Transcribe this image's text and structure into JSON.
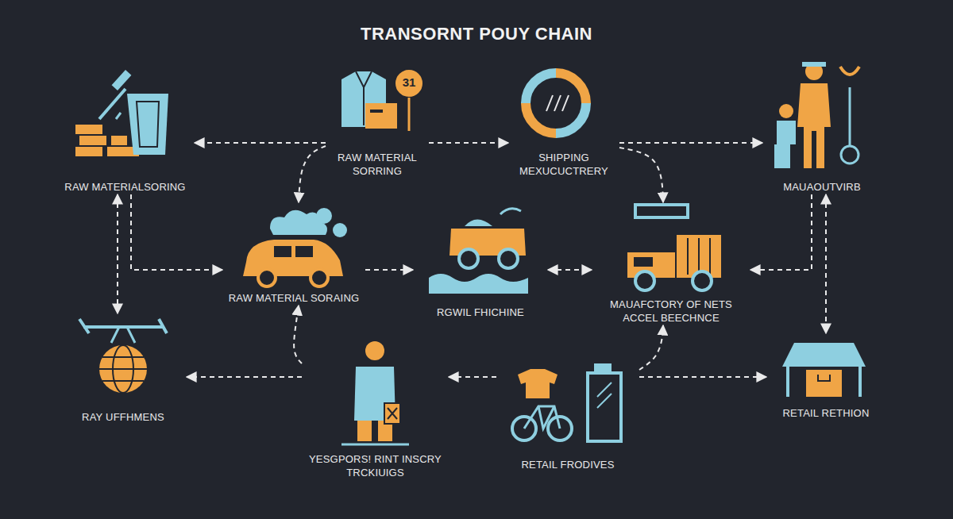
{
  "diagram": {
    "title": "TRANSORNT POUY CHAIN",
    "nodes": [
      {
        "text": [
          "RAW MATERIALSORING"
        ]
      },
      {
        "text": [
          "RAW MATERIAL SORRING"
        ]
      },
      {
        "text": [
          "SHIPPING MEXUCUCTRERY"
        ]
      },
      {
        "text": [
          "MAUAOUTVIRB"
        ]
      },
      {
        "text": [
          "RAW MATERIAL SORAING"
        ]
      },
      {
        "text": [
          "RGWIL FHICHINE"
        ]
      },
      {
        "text": [
          "MAUAFCTORY OF NETS ACCEL BEECHNCE"
        ]
      },
      {
        "text": [
          "RAY UFFHMENS"
        ]
      },
      {
        "text": [
          "YESGPORS! RINT INSCRY TRCKIUIGS"
        ]
      },
      {
        "text": [
          "RETAIL FRODIVES"
        ]
      },
      {
        "text": [
          "RETAIL RETHION"
        ]
      }
    ],
    "edges": [
      {
        "from": 1,
        "to": 0,
        "arrow": "to"
      },
      {
        "from": 1,
        "to": 2,
        "arrow": "to"
      },
      {
        "from": 2,
        "to": 3,
        "arrow": "to"
      },
      {
        "from": 1,
        "to": 4,
        "arrow": "to"
      },
      {
        "from": 2,
        "to": 6,
        "arrow": "to"
      },
      {
        "from": 0,
        "to": 7,
        "arrow": "both"
      },
      {
        "from": 0,
        "to": 4,
        "arrow": "to"
      },
      {
        "from": 4,
        "to": 5,
        "arrow": "to"
      },
      {
        "from": 5,
        "to": 6,
        "arrow": "both"
      },
      {
        "from": 3,
        "to": 10,
        "arrow": "both"
      },
      {
        "from": 3,
        "to": 6,
        "arrow": "to"
      },
      {
        "from": 8,
        "to": 7,
        "arrow": "to"
      },
      {
        "from": 8,
        "to": 4,
        "arrow": "to"
      },
      {
        "from": 9,
        "to": 8,
        "arrow": "to"
      },
      {
        "from": 9,
        "to": 6,
        "arrow": "to"
      },
      {
        "from": 9,
        "to": 10,
        "arrow": "to"
      }
    ],
    "labels": [
      "31"
    ]
  }
}
